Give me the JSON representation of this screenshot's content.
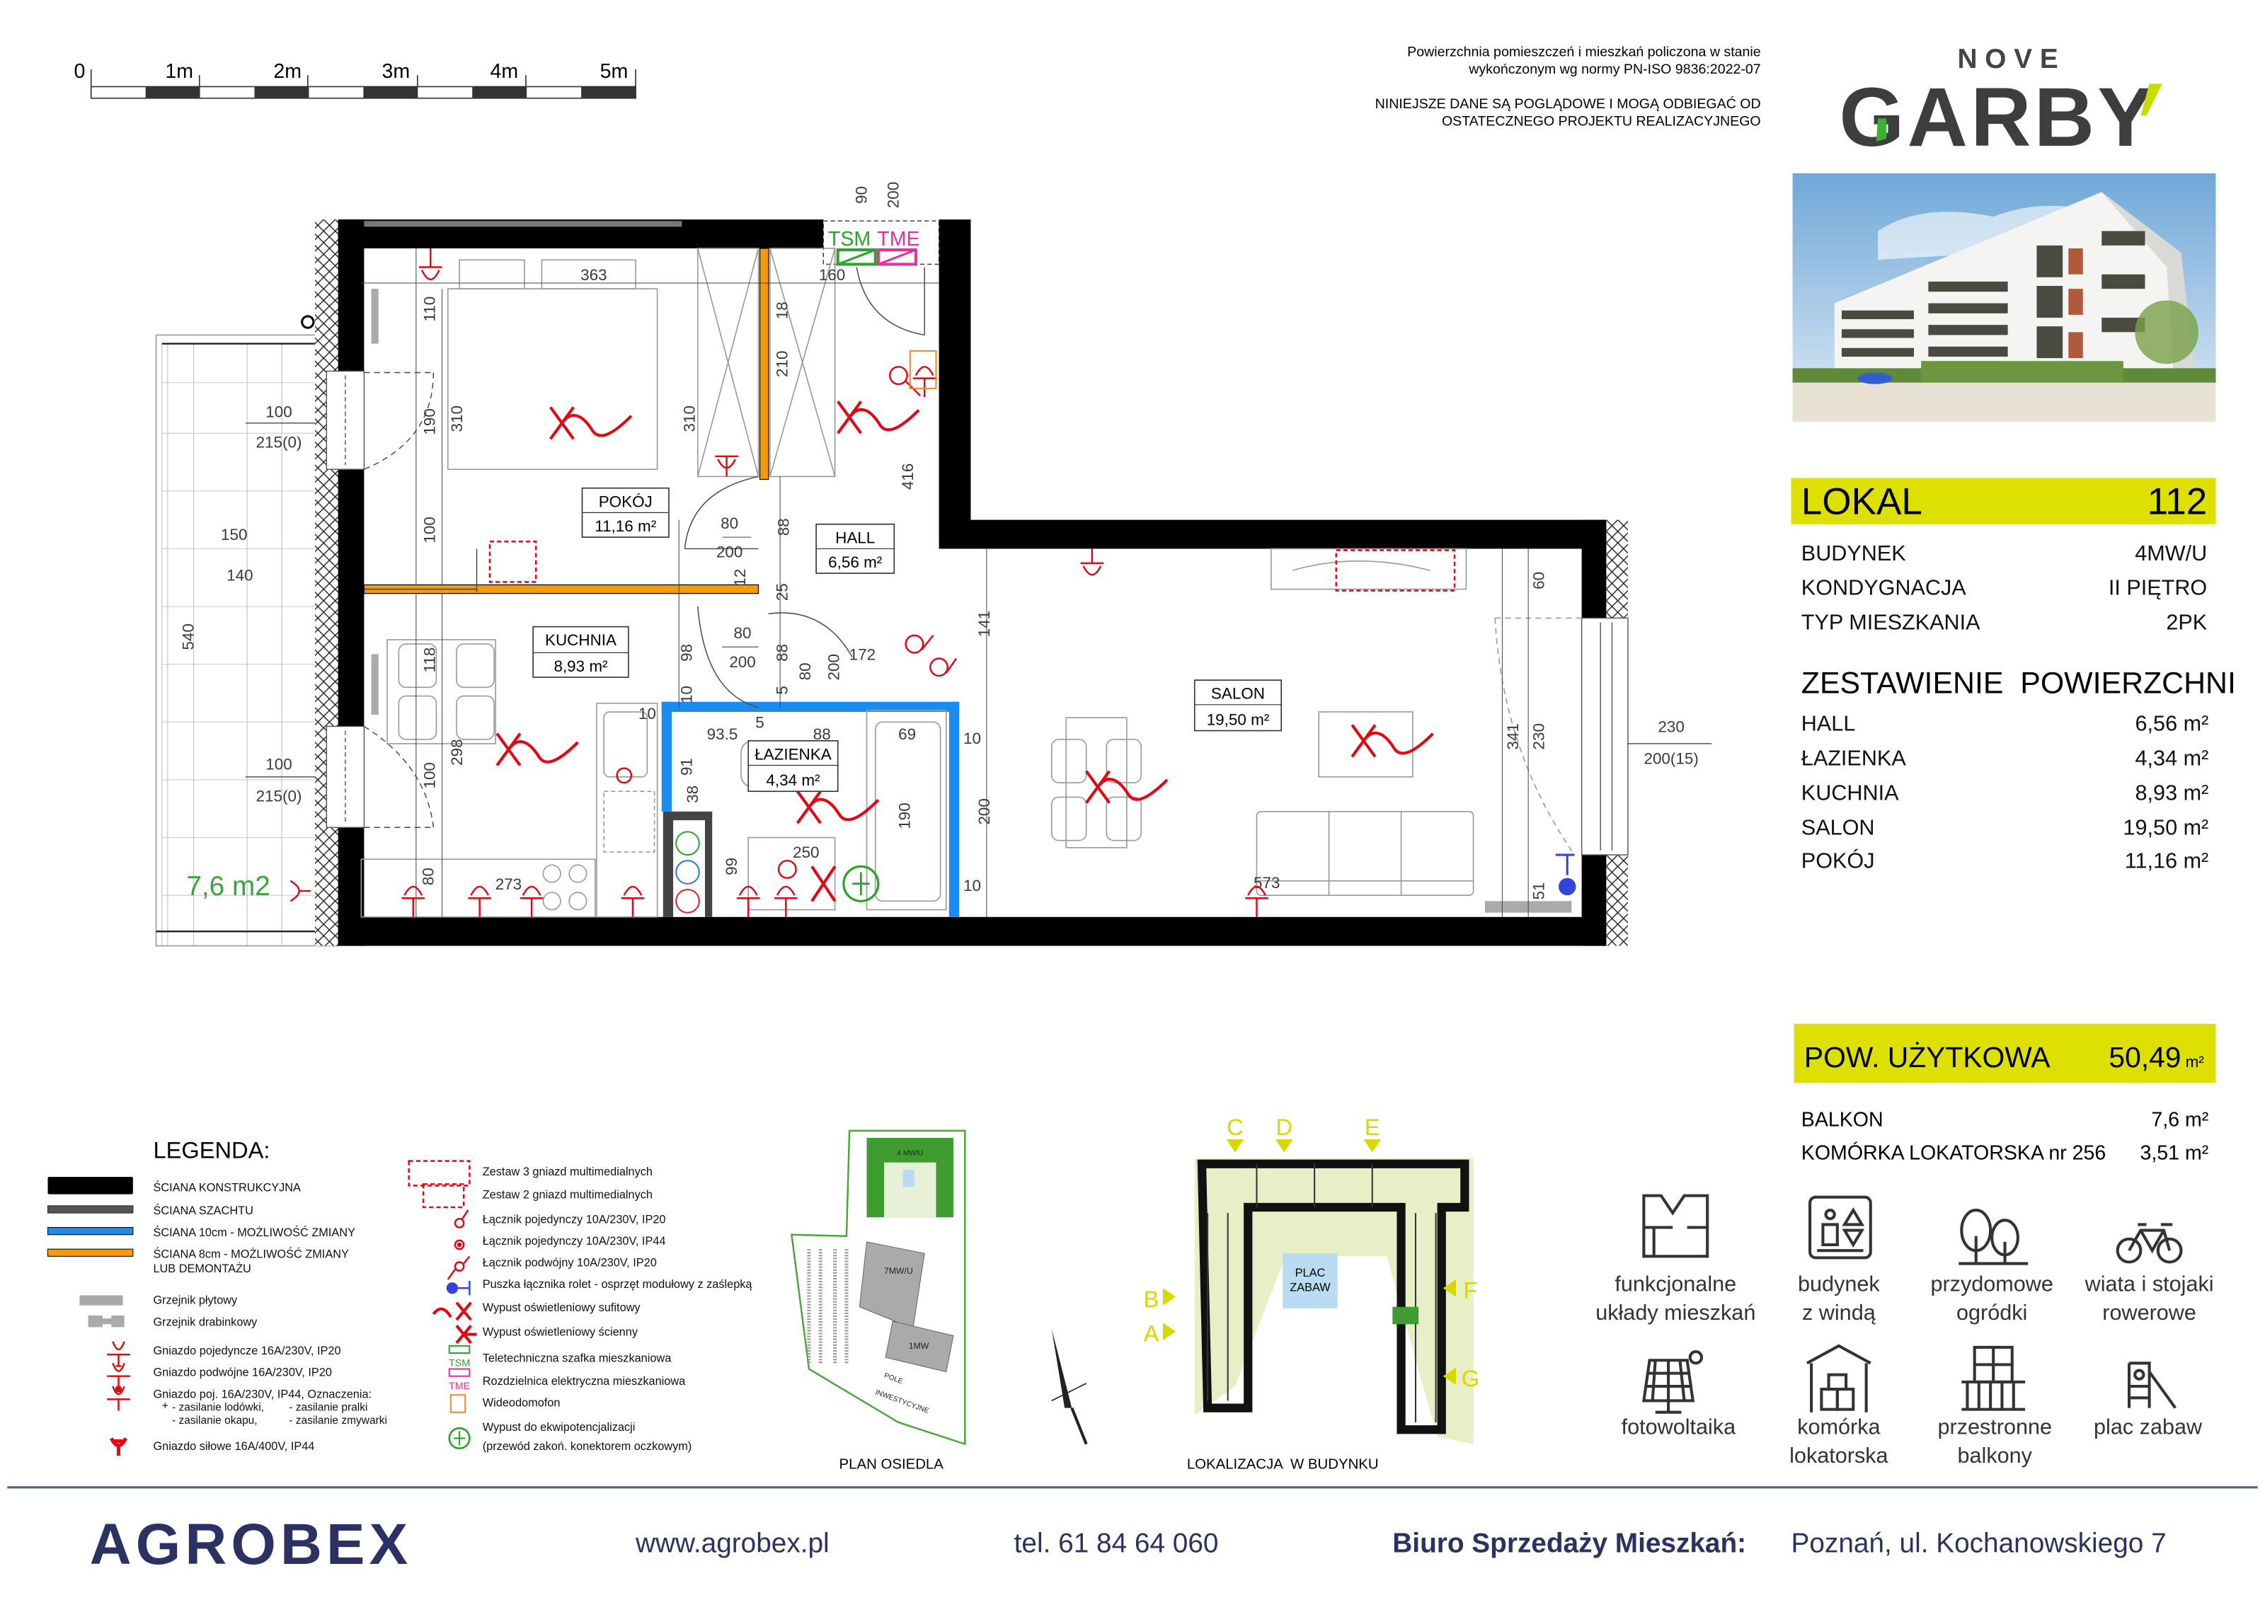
{
  "scale_bar": {
    "labels": [
      "0",
      "1m",
      "2m",
      "3m",
      "4m",
      "5m"
    ]
  },
  "notice": {
    "line1": "Powierzchnia pomieszczeń i mieszkań policzona w stanie",
    "line2": "wykończonym wg normy PN-ISO 9836:2022-07",
    "line3": "NINIEJSZE DANE SĄ POGLĄDOWE I MOGĄ ODBIEGAĆ OD",
    "line4": "OSTATECZNEGO PROJEKTU REALIZACYJNEGO"
  },
  "brand": {
    "nove": "N O V E",
    "garby": "GARBY",
    "accent": "#c9dc00",
    "green": "#3cb034"
  },
  "unit": {
    "label": "LOKAL",
    "number": "112",
    "details": [
      {
        "label": "BUDYNEK",
        "value": "4MW/U"
      },
      {
        "label": "KONDYGNACJA",
        "value": "II PIĘTRO"
      },
      {
        "label": "TYP MIESZKANIA",
        "value": "2PK"
      }
    ]
  },
  "areas": {
    "title": "ZESTAWIENIE  POWIERZCHNI",
    "rooms": [
      {
        "label": "HALL",
        "value": "6,56 m²"
      },
      {
        "label": "ŁAZIENKA",
        "value": "4,34 m²"
      },
      {
        "label": "KUCHNIA",
        "value": "8,93 m²"
      },
      {
        "label": "SALON",
        "value": "19,50 m²"
      },
      {
        "label": "POKÓJ",
        "value": "11,16 m²"
      }
    ]
  },
  "usable": {
    "label": "POW. UŻYTKOWA",
    "value": "50,49",
    "unit": "m²"
  },
  "extras": [
    {
      "label": "BALKON",
      "value": "7,6 m²"
    },
    {
      "label": "KOMÓRKA LOKATORSKA nr 256",
      "value": "3,51 m²"
    }
  ],
  "features": [
    {
      "icon": "floor-layout-icon",
      "line1": "funkcjonalne",
      "line2": "układy mieszkań"
    },
    {
      "icon": "elevator-icon",
      "line1": "budynek",
      "line2": "z windą"
    },
    {
      "icon": "trees-icon",
      "line1": "przydomowe",
      "line2": "ogródki"
    },
    {
      "icon": "bicycle-icon",
      "line1": "wiata i stojaki",
      "line2": "rowerowe"
    },
    {
      "icon": "solar-panel-icon",
      "line1": "fotowoltaika",
      "line2": ""
    },
    {
      "icon": "storage-icon",
      "line1": "komórka",
      "line2": "lokatorska"
    },
    {
      "icon": "balcony-icon",
      "line1": "przestronne",
      "line2": "balkony"
    },
    {
      "icon": "playground-icon",
      "line1": "plac zabaw",
      "line2": ""
    }
  ],
  "legend": {
    "title": "LEGENDA:",
    "walls": [
      "ŚCIANA KONSTRUKCYJNA",
      "ŚCIANA SZACHTU",
      "ŚCIANA 10cm - MOŻLIWOŚĆ ZMIANY",
      "ŚCIANA 8cm - MOŻLIWOŚĆ ZMIANY",
      "LUB DEMONTAŻU"
    ],
    "radiators": [
      "Grzejnik płytowy",
      "Grzejnik drabinkowy"
    ],
    "sockets": [
      "Gniazdo pojedyncze 16A/230V, IP20",
      "Gniazdo podwójne 16A/230V, IP20",
      "Gniazdo poj. 16A/230V, IP44, Oznaczenia:",
      "- zasilanie lodówki,",
      "- zasilanie pralki",
      "- zasilanie okapu,",
      "- zasilanie zmywarki",
      "Gniazdo siłowe 16A/400V, IP44"
    ],
    "right": [
      "Zestaw 3 gniazd multimedialnych",
      "Zestaw 2 gniazd multimedialnych",
      "Łącznik pojedynczy 10A/230V, IP20",
      "Łącznik pojedynczy 10A/230V, IP44",
      "Łącznik podwójny 10A/230V, IP20",
      "Puszka łącznika rolet - osprzęt modułowy z zaślepką",
      "Wypust oświetleniowy sufitowy",
      "Wypust oświetleniowy ścienny",
      "Teletechniczna szafka mieszkaniowa",
      "Rozdzielnica elektryczna mieszkaniowa",
      "Wideodomofon",
      "Wypust do ekwipotencjalizacji",
      "(przewód zakoń. konektorem oczkowym)"
    ],
    "tsm": "TSM",
    "tme": "TME"
  },
  "plan": {
    "rooms": [
      {
        "name": "POKÓJ",
        "area": "11,16 m²"
      },
      {
        "name": "HALL",
        "area": "6,56 m²"
      },
      {
        "name": "KUCHNIA",
        "area": "8,93 m²"
      },
      {
        "name": "ŁAZIENKA",
        "area": "4,34 m²"
      },
      {
        "name": "SALON",
        "area": "19,50 m²"
      }
    ],
    "tsm": "TSM",
    "tme": "TME",
    "balcony_area": "7,6 m2",
    "balcony_dims": [
      "100",
      "215(0)",
      "150",
      "140",
      "540",
      "100",
      "215(0)",
      "230",
      "200(15)"
    ],
    "dims": [
      "363",
      "110",
      "190",
      "310",
      "100",
      "310",
      "18",
      "210",
      "160",
      "416",
      "80",
      "200",
      "88",
      "12",
      "25",
      "80",
      "200",
      "88",
      "98",
      "10",
      "80",
      "200",
      "172",
      "118",
      "298",
      "100",
      "10",
      "93.5",
      "5",
      "88",
      "69",
      "91",
      "38",
      "190",
      "99",
      "250",
      "80",
      "273",
      "141",
      "10",
      "200",
      "10",
      "573",
      "60",
      "341",
      "230",
      "51",
      "90",
      "200",
      "5"
    ]
  },
  "site": {
    "plan_title": "PLAN OSIEDLA",
    "plan_labels": [
      "4 MW/U",
      "7MW/U",
      "1MW",
      "POLE",
      "INWESTYCYJNE"
    ],
    "location_title": "LOKALIZACJA  W BUDYNKU",
    "playground": [
      "PLAC",
      "ZABAW"
    ],
    "entrances": [
      "C",
      "D",
      "E",
      "B",
      "A",
      "F",
      "G"
    ]
  },
  "footer": {
    "company": "AGROBEX",
    "website": "www.agrobex.pl",
    "phone": "tel. 61 84 64 060",
    "office_label": "Biuro Sprzedaży Mieszkań:",
    "office_address": "Poznań, ul. Kochanowskiego 7",
    "color": "#2b3263"
  }
}
